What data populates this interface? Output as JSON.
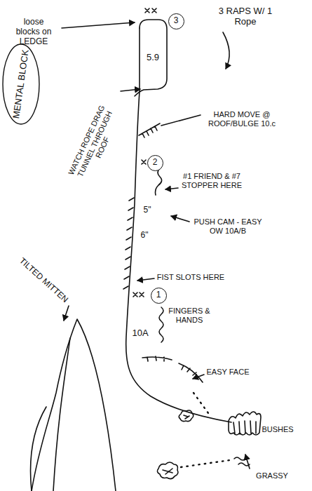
{
  "diagram": {
    "nodes": [
      {
        "text": [
          "3"
        ]
      },
      {
        "text": [
          "MENTAL BLOCK"
        ]
      },
      {
        "text": [
          "2"
        ]
      },
      {
        "text": [
          "1"
        ]
      }
    ],
    "labels": [
      "3 RAPS W/ 1 Rope",
      "loose blocks on LEDGE",
      "5.9",
      "WATCH ROPE DRAG TUNNEL THROUGH ROOF",
      "HARD MOVE @ ROOF/BULGE 10.c",
      "#1 FRIEND & #7 STOPPER HERE",
      "5\"",
      "6\"",
      "PUSH CAM - EASY OW 10A/B",
      "FIST SLOTS HERE",
      "10A",
      "FINGERS & HANDS",
      "TILTED MITTEN",
      "EASY FACE",
      "BUSHES",
      "GRASSY"
    ]
  }
}
